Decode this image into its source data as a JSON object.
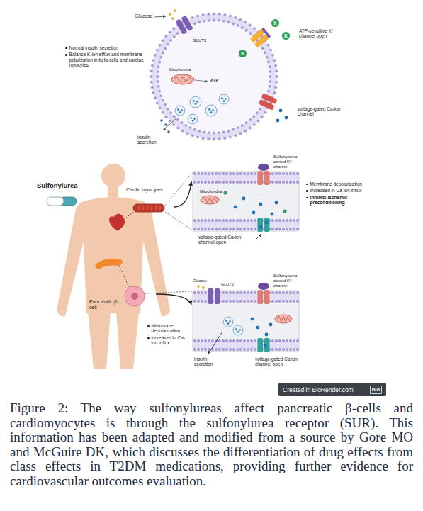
{
  "diagram": {
    "caption": "Figure 2: The way sulfonylureas affect pancreatic β-cells and cardiomyocytes is through the sulfonylurea receptor (SUR). This information has been adapted and modified from a source by Gore MO and McGuire DK, which discusses the differentiation of drug effects from class effects in T2DM medications, providing further evidence for cardiovascular outcomes evaluation.",
    "nodes": [
      {
        "text": [
          "Mitochondria",
          "ATP"
        ]
      },
      {
        "text": [
          "Cardic myocytes"
        ]
      },
      {
        "text": [
          "Sulfonylurea closed K⁺ channel",
          "Mitochondria",
          "voltage-gated Ca-ion channel open"
        ]
      },
      {
        "text": [
          "Pancreatic β-cell"
        ]
      },
      {
        "text": [
          "Glucose",
          "GLUT2",
          "Sulfonylurea closed K⁺ channel",
          "insulin secretion",
          "voltage-gated Ca ion channel open"
        ]
      }
    ],
    "edges": [
      {
        "from": 1,
        "to": 2,
        "arrow": "to"
      },
      {
        "from": 3,
        "to": 4,
        "arrow": "to"
      }
    ],
    "labels": [
      "Glucose",
      "GLUT2",
      "K",
      "K",
      "K",
      "ATP-sensitive K⁺ channel open",
      "Normal insulin secretion",
      "Balance K-ion efflux and membrane polarization in beta cells and cardiac myocytes",
      "voltage-gated Ca-ion channel",
      "insulin secretion",
      "Sulfonylurea",
      "Membrane depolarization",
      "increased in Ca-ion influx",
      "Inhibits ischemic preconditioning",
      "Membrane depolarization",
      "increased in Ca-ion influx",
      "Created in BioRender.com",
      "bio"
    ]
  }
}
